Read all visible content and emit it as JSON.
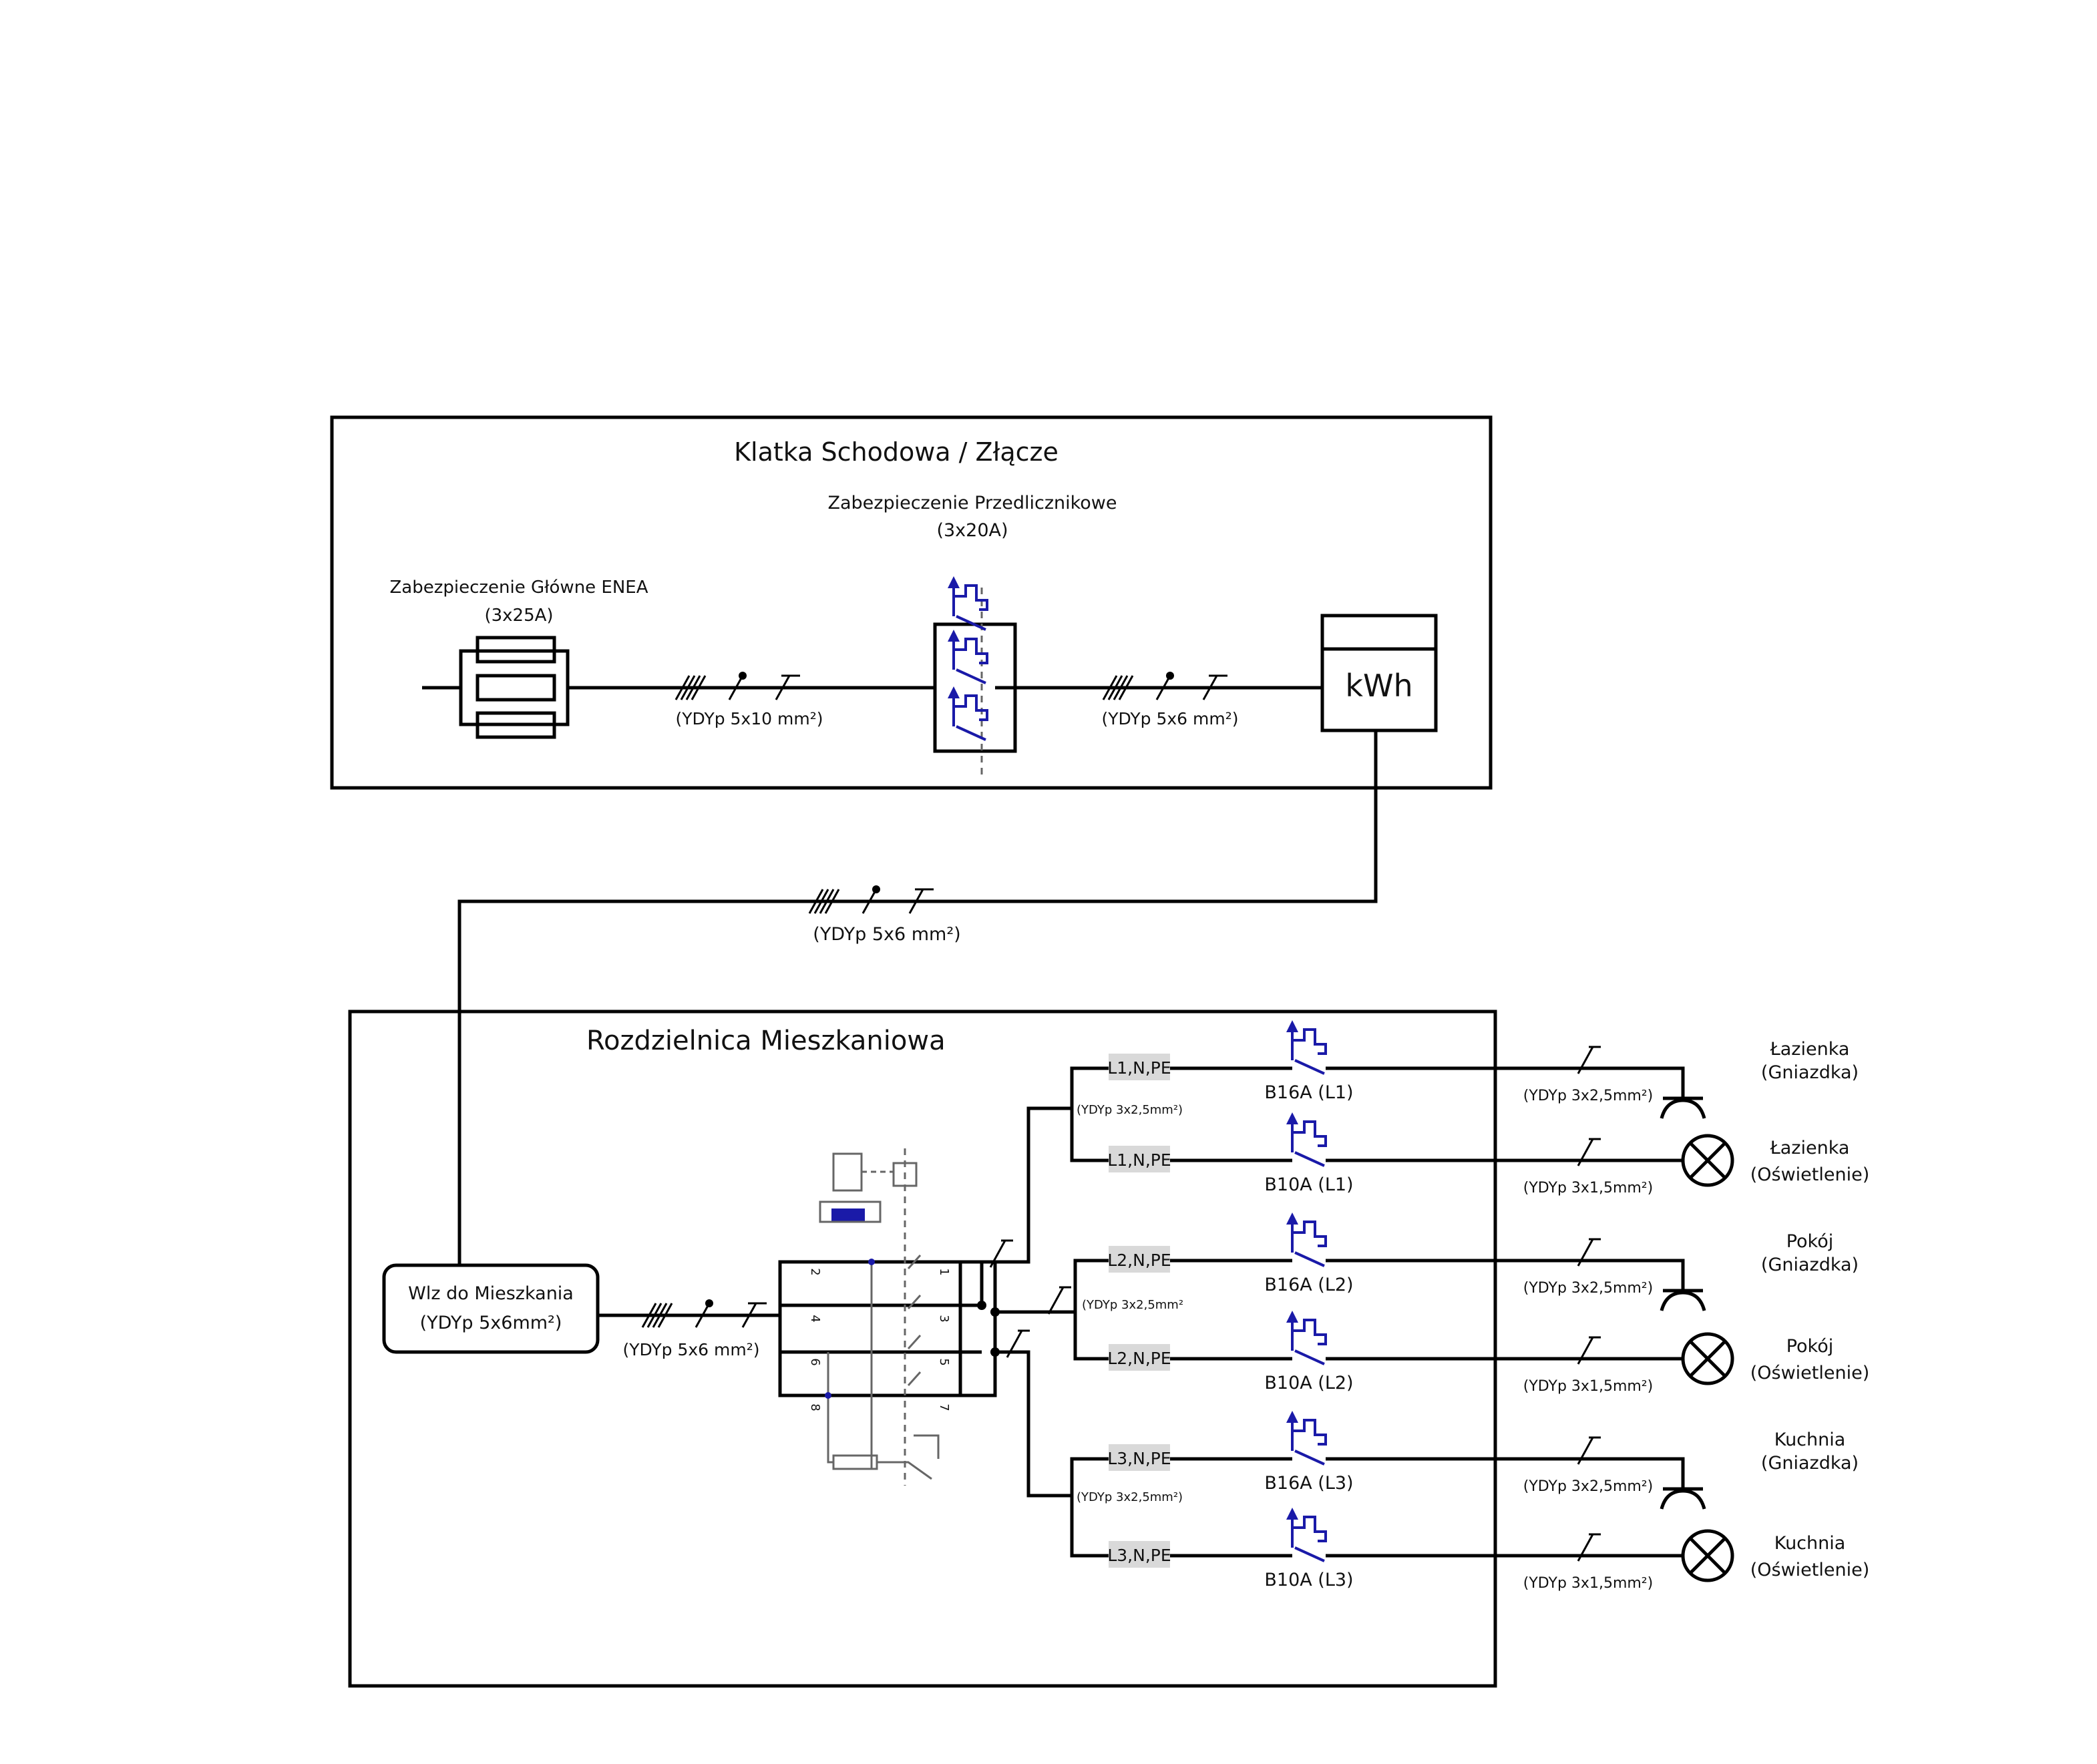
{
  "stairwell": {
    "title": "Klatka Schodowa / Złącze",
    "main_protection_title": "Zabezpieczenie Główne ENEA",
    "main_protection_rating": "(3x25A)",
    "premeter_title": "Zabezpieczenie Przedlicznikowe",
    "premeter_rating": "(3x20A)",
    "cable_1": "(YDYp 5x10 mm²)",
    "cable_2": "(YDYp 5x6 mm²)",
    "meter_label": "kWh"
  },
  "riser": {
    "cable": "(YDYp 5x6 mm²)"
  },
  "panel": {
    "title": "Rozdzielnica Mieszkaniowa",
    "wlz_line1": "Wlz do Mieszkania",
    "wlz_line2": "(YDYp 5x6mm²)",
    "feed_cable": "(YDYp 5x6 mm²)",
    "rcd_terminals_left": [
      "2",
      "4",
      "6",
      "8"
    ],
    "rcd_terminals_right": [
      "1",
      "3",
      "5",
      "7"
    ]
  },
  "circuits": [
    {
      "bus": "L1,N,PE",
      "breaker": "B16A (L1)",
      "cable": "(YDYp 3x2,5mm²)",
      "load_name": "Łazienka",
      "load_type": "(Gniazdka)",
      "kind": "socket"
    },
    {
      "bus": "L1,N,PE",
      "breaker": "B10A (L1)",
      "cable": "(YDYp 3x1,5mm²)",
      "load_name": "Łazienka",
      "load_type": "(Oświetlenie)",
      "kind": "lamp"
    },
    {
      "bus": "L2,N,PE",
      "breaker": "B16A (L2)",
      "cable": "(YDYp 3x2,5mm²)",
      "load_name": "Pokój",
      "load_type": "(Gniazdka)",
      "kind": "socket"
    },
    {
      "bus": "L2,N,PE",
      "breaker": "B10A (L2)",
      "cable": "(YDYp 3x1,5mm²)",
      "load_name": "Pokój",
      "load_type": "(Oświetlenie)",
      "kind": "lamp"
    },
    {
      "bus": "L3,N,PE",
      "breaker": "B16A (L3)",
      "cable": "(YDYp 3x2,5mm²)",
      "load_name": "Kuchnia",
      "load_type": "(Gniazdka)",
      "kind": "socket"
    },
    {
      "bus": "L3,N,PE",
      "breaker": "B10A (L3)",
      "cable": "(YDYp 3x1,5mm²)",
      "load_name": "Kuchnia",
      "load_type": "(Oświetlenie)",
      "kind": "lamp"
    }
  ],
  "group_cables": [
    "(YDYp 3x2,5mm²)",
    "(YDYp 3x2,5mm²",
    "(YDYp 3x2,5mm²)"
  ]
}
